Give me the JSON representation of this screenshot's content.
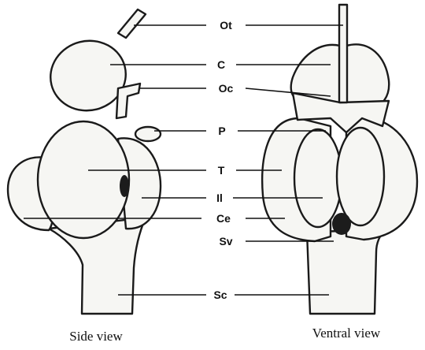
{
  "labels": {
    "ot": "Ot",
    "c": "C",
    "oc": "Oc",
    "p": "P",
    "t": "T",
    "ii": "Il",
    "ce": "Ce",
    "sv": "Sv",
    "sc": "Sc"
  },
  "captions": {
    "side": "Side view",
    "ventral": "Ventral view"
  }
}
